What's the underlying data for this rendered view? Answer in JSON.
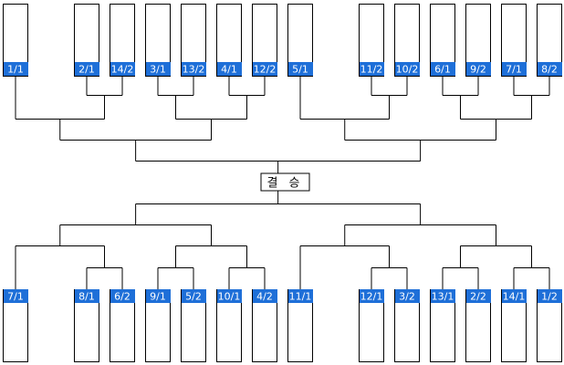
{
  "final_label": "결 승",
  "colors": {
    "seed_bg": "#1e6fd8",
    "seed_text": "#ffffff"
  },
  "top_seeds": [
    "1/1",
    "2/1",
    "14/2",
    "3/1",
    "13/2",
    "4/1",
    "12/2",
    "5/1",
    "11/2",
    "10/2",
    "6/1",
    "9/2",
    "7/1",
    "8/2"
  ],
  "bottom_seeds": [
    "7/1",
    "8/1",
    "6/2",
    "9/1",
    "5/2",
    "10/1",
    "4/2",
    "11/1",
    "12/1",
    "3/2",
    "13/1",
    "2/2",
    "14/1",
    "1/2"
  ]
}
